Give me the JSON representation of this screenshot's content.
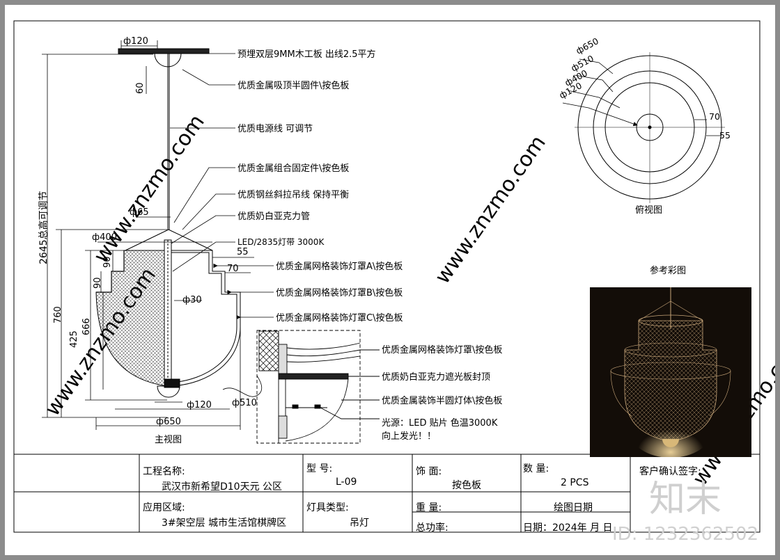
{
  "drawing": {
    "dims": {
      "d120_top": "ф120",
      "v60": "60",
      "d65": "ф65",
      "d400": "ф400",
      "v90a": "90",
      "v90b": "90",
      "d30": "ф30",
      "v760": "760",
      "v425": "425",
      "v666": "666",
      "d120_bottom": "ф120",
      "d510": "ф510",
      "d650": "ф650",
      "h55": "55",
      "h70": "70",
      "total": "2645总高可调节"
    },
    "callouts": [
      "预埋双层9MM木工板 出线2.5平方",
      "优质金属吸顶半圆件\\按色板",
      "优质电源线 可调节",
      "优质金属组合固定件\\按色板",
      "优质钢丝斜拉吊线 保持平衡",
      "优质奶白亚克力管",
      "LED/2835灯带 3000K",
      "优质金属网格装饰灯罩A\\按色板",
      "优质金属网格装饰灯罩B\\按色板",
      "优质金属网格装饰灯罩C\\按色板"
    ],
    "detail_callouts": [
      "优质金属网格装饰灯罩\\按色板",
      "优质奶白亚克力遮光板封顶",
      "优质金属装饰半圆灯体\\按色板",
      "光源：LED 贴片 色温3000K",
      "向上发光！！"
    ],
    "front_view_title": "主视图",
    "top_view": {
      "title": "俯视图",
      "d650": "ф650",
      "d510": "ф510",
      "d400": "ф400",
      "d120": "ф120",
      "d70": "70",
      "d55": "55"
    },
    "reference_title": "参考彩图"
  },
  "title_block": {
    "project_label": "工程名称:",
    "project_value": "武汉市新希望D10天元 公区",
    "model_label": "型  号:",
    "model_value": "L-09",
    "finish_label": "饰  面:",
    "finish_value": "按色板",
    "qty_label": "数  量:",
    "qty_value": "2 PCS",
    "customer_label": "客户确认签字:",
    "area_label": "应用区域:",
    "area_value": "3#架空层 城市生活馆棋牌区",
    "type_label": "灯具类型:",
    "type_value": "吊灯",
    "weight_label": "重  量:",
    "power_label": "总功率:",
    "drawdate_label": "绘图日期",
    "date_label": "日期：2024年    月    日"
  },
  "watermarks": {
    "site": "www.znzmo.com",
    "brand": "知末",
    "id": "ID: 1232362502"
  },
  "colors": {
    "line": "#000000",
    "blue": "#1d4fa8",
    "photo_bg": "#130d08",
    "mesh": "#c9a77a"
  }
}
